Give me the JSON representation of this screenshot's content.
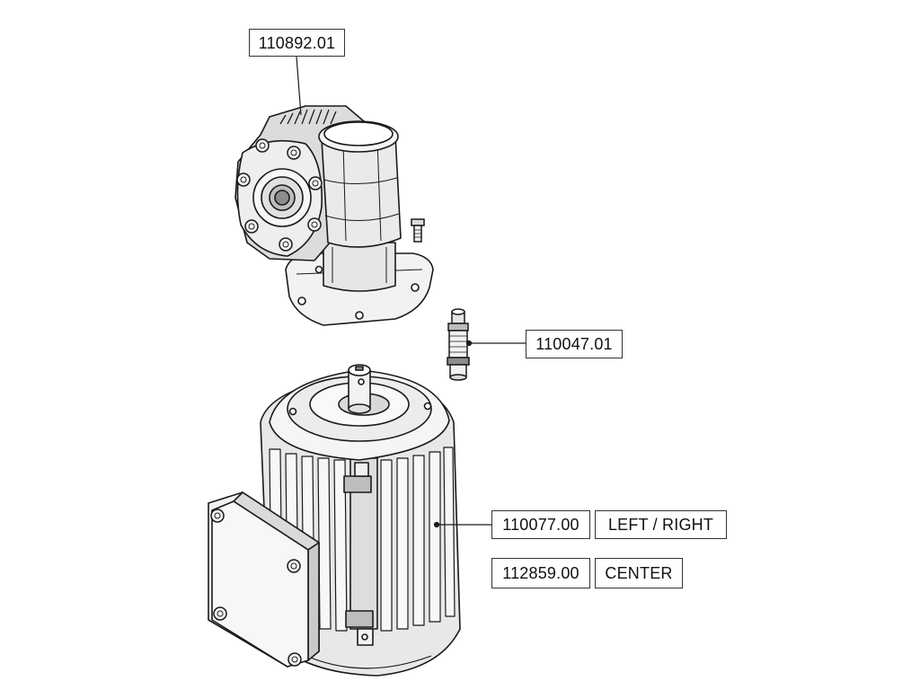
{
  "diagram": {
    "parts": [
      {
        "id": "gearbox",
        "part_number": "110892.01"
      },
      {
        "id": "sensor",
        "part_number": "110047.01"
      },
      {
        "id": "motor_left_right",
        "part_number": "110077.00",
        "note": "LEFT / RIGHT"
      },
      {
        "id": "motor_center",
        "part_number": "112859.00",
        "note": "CENTER"
      }
    ],
    "colors": {
      "line": "#1a1a1a",
      "fill_light": "#f2f2f2",
      "fill_mid": "#d9d9d9",
      "fill_dark": "#8c8c8c"
    }
  }
}
